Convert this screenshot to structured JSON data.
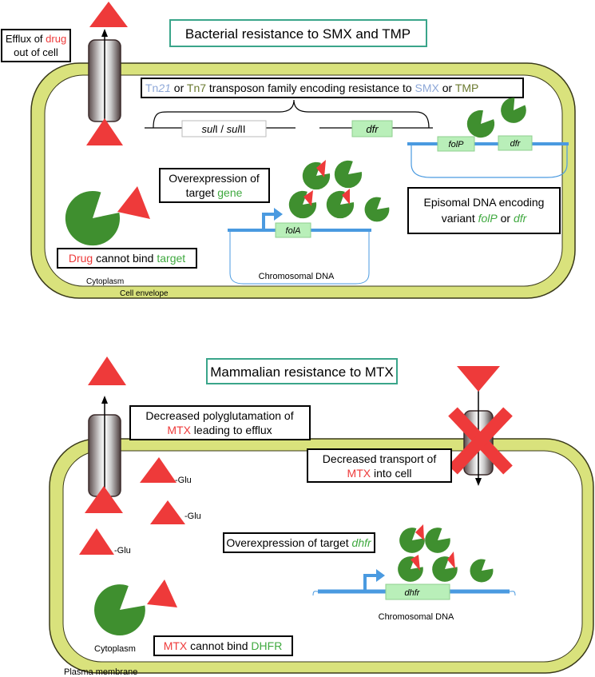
{
  "colors": {
    "envelope_fill": "#d9e27c",
    "envelope_stroke": "#3a3a1a",
    "drug_red": "#ee3a3a",
    "enzyme_green": "#3f8f2f",
    "title_border": "#3aa58a",
    "gene_box": "#b9efb9",
    "dna_blue": "#4a9ae0",
    "tn21_blue": "#8ea8d8",
    "tn7_olive": "#6b7a30",
    "green_text": "#3fa93f",
    "cross_red": "#ee3a3a"
  },
  "bacterial": {
    "title": "Bacterial resistance to SMX and TMP",
    "efflux": {
      "line1_a": "Efflux of ",
      "line1_drug": "drug",
      "line2": "out of cell"
    },
    "transposon": {
      "tn21": "Tn",
      "tn21_num": "21",
      "or1": " or ",
      "tn7": "Tn7",
      "middle": " transposon family encoding resistance to ",
      "smx": "SMX",
      "or2": " or ",
      "tmp": "TMP"
    },
    "sul_gene": {
      "a": "sul",
      "b": "I / ",
      "c": "sul",
      "d": "II"
    },
    "dfr_gene": "dfr",
    "overexpression": {
      "line1": "Overexpression of",
      "line2_a": "target ",
      "line2_gene": "gene"
    },
    "episomal": {
      "line1": "Episomal DNA encoding",
      "line2_a": "variant ",
      "folp": "folP",
      "or": " or ",
      "dfr": "dfr"
    },
    "plasmid_genes": [
      "folP",
      "dfr"
    ],
    "chromo_gene": "folA",
    "chromo_label": "Chromosomal DNA",
    "cannot_bind": {
      "drug": "Drug",
      "middle": " cannot bind ",
      "target": "target"
    },
    "cytoplasm": "Cytoplasm",
    "envelope": "Cell envelope"
  },
  "mammalian": {
    "title": "Mammalian resistance to MTX",
    "polyglu": {
      "line1": "Decreased polyglutamation of",
      "line2_mtx": "MTX",
      "line2_b": " leading to efflux"
    },
    "transport": {
      "line1": "Decreased transport of",
      "line2_mtx": "MTX",
      "line2_b": " into cell"
    },
    "glu": "-Glu",
    "overexpression": {
      "a": "Overexpression of target ",
      "gene": "dhfr"
    },
    "chromo_gene": "dhfr",
    "chromo_label": "Chromosomal DNA",
    "cannot_bind": {
      "mtx": "MTX",
      "middle": " cannot bind ",
      "dhfr": "DHFR"
    },
    "cytoplasm": "Cytoplasm",
    "membrane": "Plasma membrane"
  }
}
